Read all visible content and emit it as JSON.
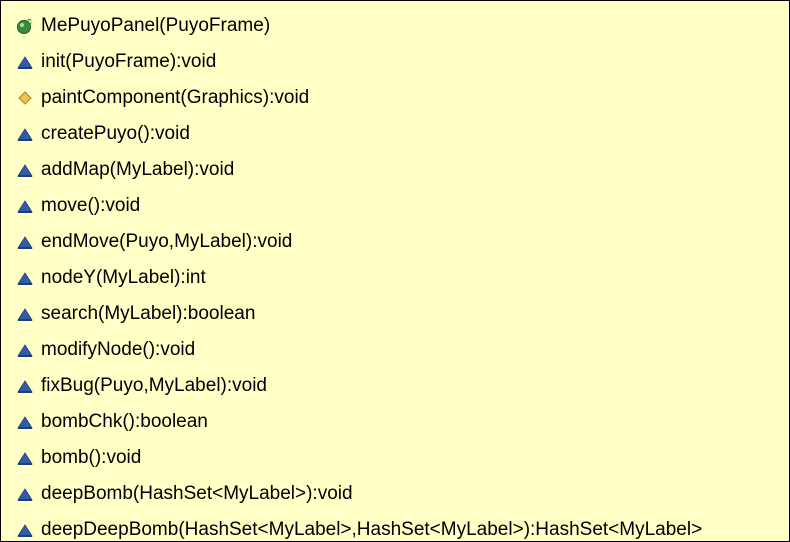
{
  "colors": {
    "background": "#ffffc6",
    "border": "#000000",
    "package_icon": "#2f5ea6",
    "protected_icon": "#e8c25a",
    "class_icon": "#3e8a3e"
  },
  "class_header": {
    "icon": "class-constructor-icon",
    "label": "MePuyoPanel(PuyoFrame)"
  },
  "members": [
    {
      "icon": "package-method-icon",
      "label": "init(PuyoFrame):void"
    },
    {
      "icon": "protected-method-icon",
      "label": "paintComponent(Graphics):void"
    },
    {
      "icon": "package-method-icon",
      "label": "createPuyo():void"
    },
    {
      "icon": "package-method-icon",
      "label": "addMap(MyLabel):void"
    },
    {
      "icon": "package-method-icon",
      "label": "move():void"
    },
    {
      "icon": "package-method-icon",
      "label": "endMove(Puyo,MyLabel):void"
    },
    {
      "icon": "package-method-icon",
      "label": "nodeY(MyLabel):int"
    },
    {
      "icon": "package-method-icon",
      "label": "search(MyLabel):boolean"
    },
    {
      "icon": "package-method-icon",
      "label": "modifyNode():void"
    },
    {
      "icon": "package-method-icon",
      "label": "fixBug(Puyo,MyLabel):void"
    },
    {
      "icon": "package-method-icon",
      "label": "bombChk():boolean"
    },
    {
      "icon": "package-method-icon",
      "label": "bomb():void"
    },
    {
      "icon": "package-method-icon",
      "label": "deepBomb(HashSet<MyLabel>):void"
    },
    {
      "icon": "package-method-icon",
      "label": "deepDeepBomb(HashSet<MyLabel>,HashSet<MyLabel>):HashSet<MyLabel>"
    }
  ]
}
